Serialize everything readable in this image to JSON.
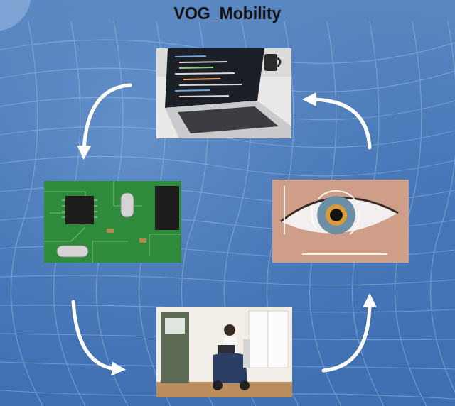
{
  "diagram": {
    "title": "VOG_Mobility",
    "nodes": [
      {
        "text": []
      },
      {
        "text": []
      },
      {
        "text": []
      },
      {
        "text": []
      }
    ],
    "edges": [
      {
        "from": 0,
        "to": 1,
        "arrow": "to"
      },
      {
        "from": 1,
        "to": 3,
        "arrow": "to"
      },
      {
        "from": 3,
        "to": 2,
        "arrow": "to"
      },
      {
        "from": 2,
        "to": 0,
        "arrow": "to"
      }
    ]
  }
}
